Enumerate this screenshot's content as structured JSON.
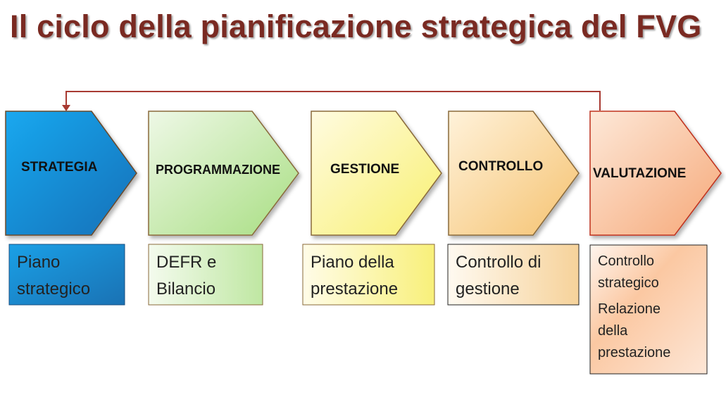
{
  "title": "Il ciclo della pianificazione strategica del FVG",
  "stages": [
    {
      "label": "STRATEGIA",
      "fill_start": "#1aa8ef",
      "fill_end": "#1570b8",
      "stroke": "#6b4a2a"
    },
    {
      "label": "PROGRAMMAZIONE",
      "fill_start": "#eef8e6",
      "fill_end": "#a8de82",
      "stroke": "#8a6a3a"
    },
    {
      "label": "GESTIONE",
      "fill_start": "#fffbe0",
      "fill_end": "#f8f070",
      "stroke": "#8a6a3a"
    },
    {
      "label": "CONTROLLO",
      "fill_start": "#fff2da",
      "fill_end": "#f5c270",
      "stroke": "#8a6a3a"
    },
    {
      "label": "VALUTAZIONE",
      "fill_start": "#fde8d8",
      "fill_end": "#f6a878",
      "stroke": "#c0301e"
    }
  ],
  "boxes": [
    {
      "lines": [
        "Piano",
        "strategico"
      ]
    },
    {
      "lines": [
        "DEFR e",
        "Bilancio"
      ]
    },
    {
      "lines": [
        "Piano della",
        "prestazione"
      ]
    },
    {
      "lines": [
        "Controllo di",
        "gestione"
      ]
    },
    {
      "group1": [
        "Controllo",
        "strategico"
      ],
      "group2": [
        "Relazione",
        "della",
        "prestazione"
      ]
    }
  ],
  "colors": {
    "title": "#7a2a22",
    "feedback_arrow": "#a83a32"
  }
}
